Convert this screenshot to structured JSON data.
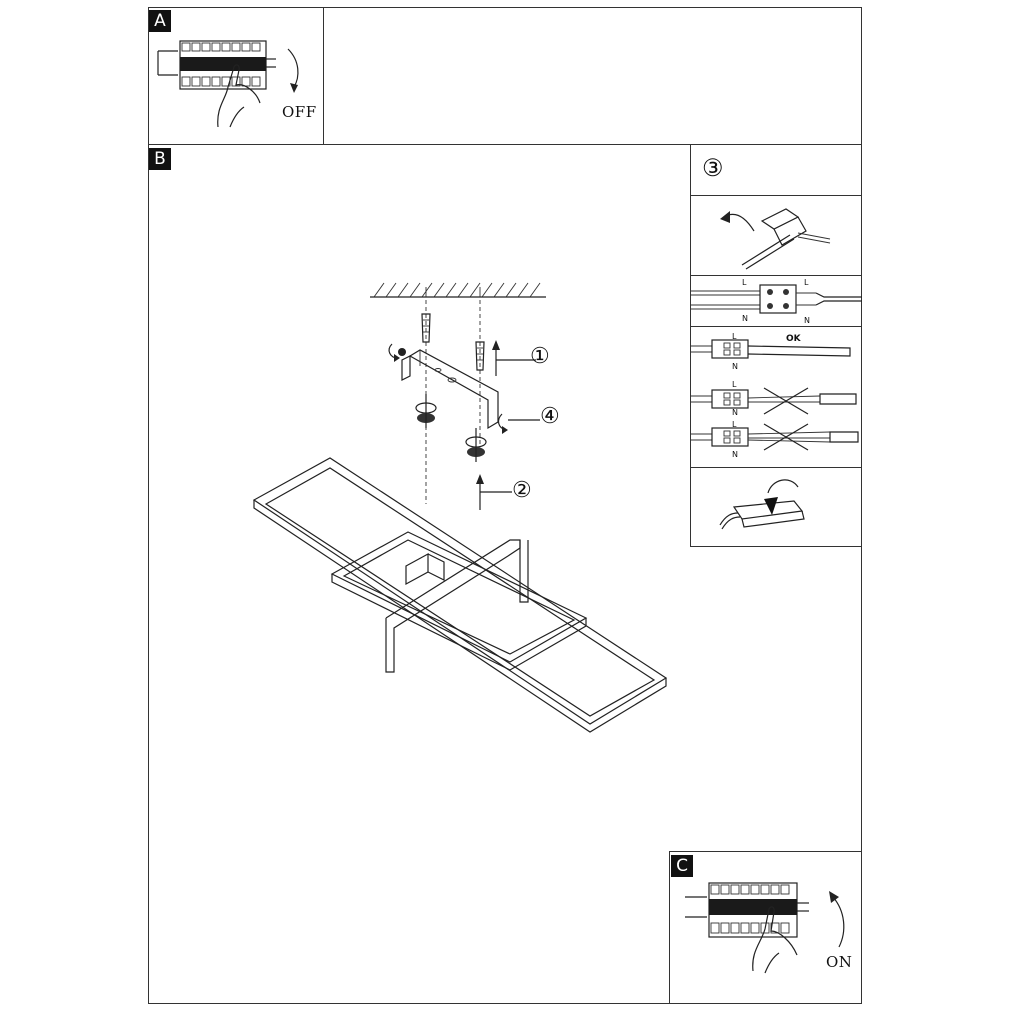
{
  "panels": {
    "a": {
      "tag": "A",
      "state": "OFF"
    },
    "b": {
      "tag": "B"
    },
    "c": {
      "tag": "C",
      "state": "ON"
    }
  },
  "callouts": {
    "step1": "①",
    "step2": "②",
    "step3": "③",
    "step4": "④"
  },
  "wiring": {
    "live": "L",
    "neutral": "N",
    "ok_label": "OK"
  }
}
